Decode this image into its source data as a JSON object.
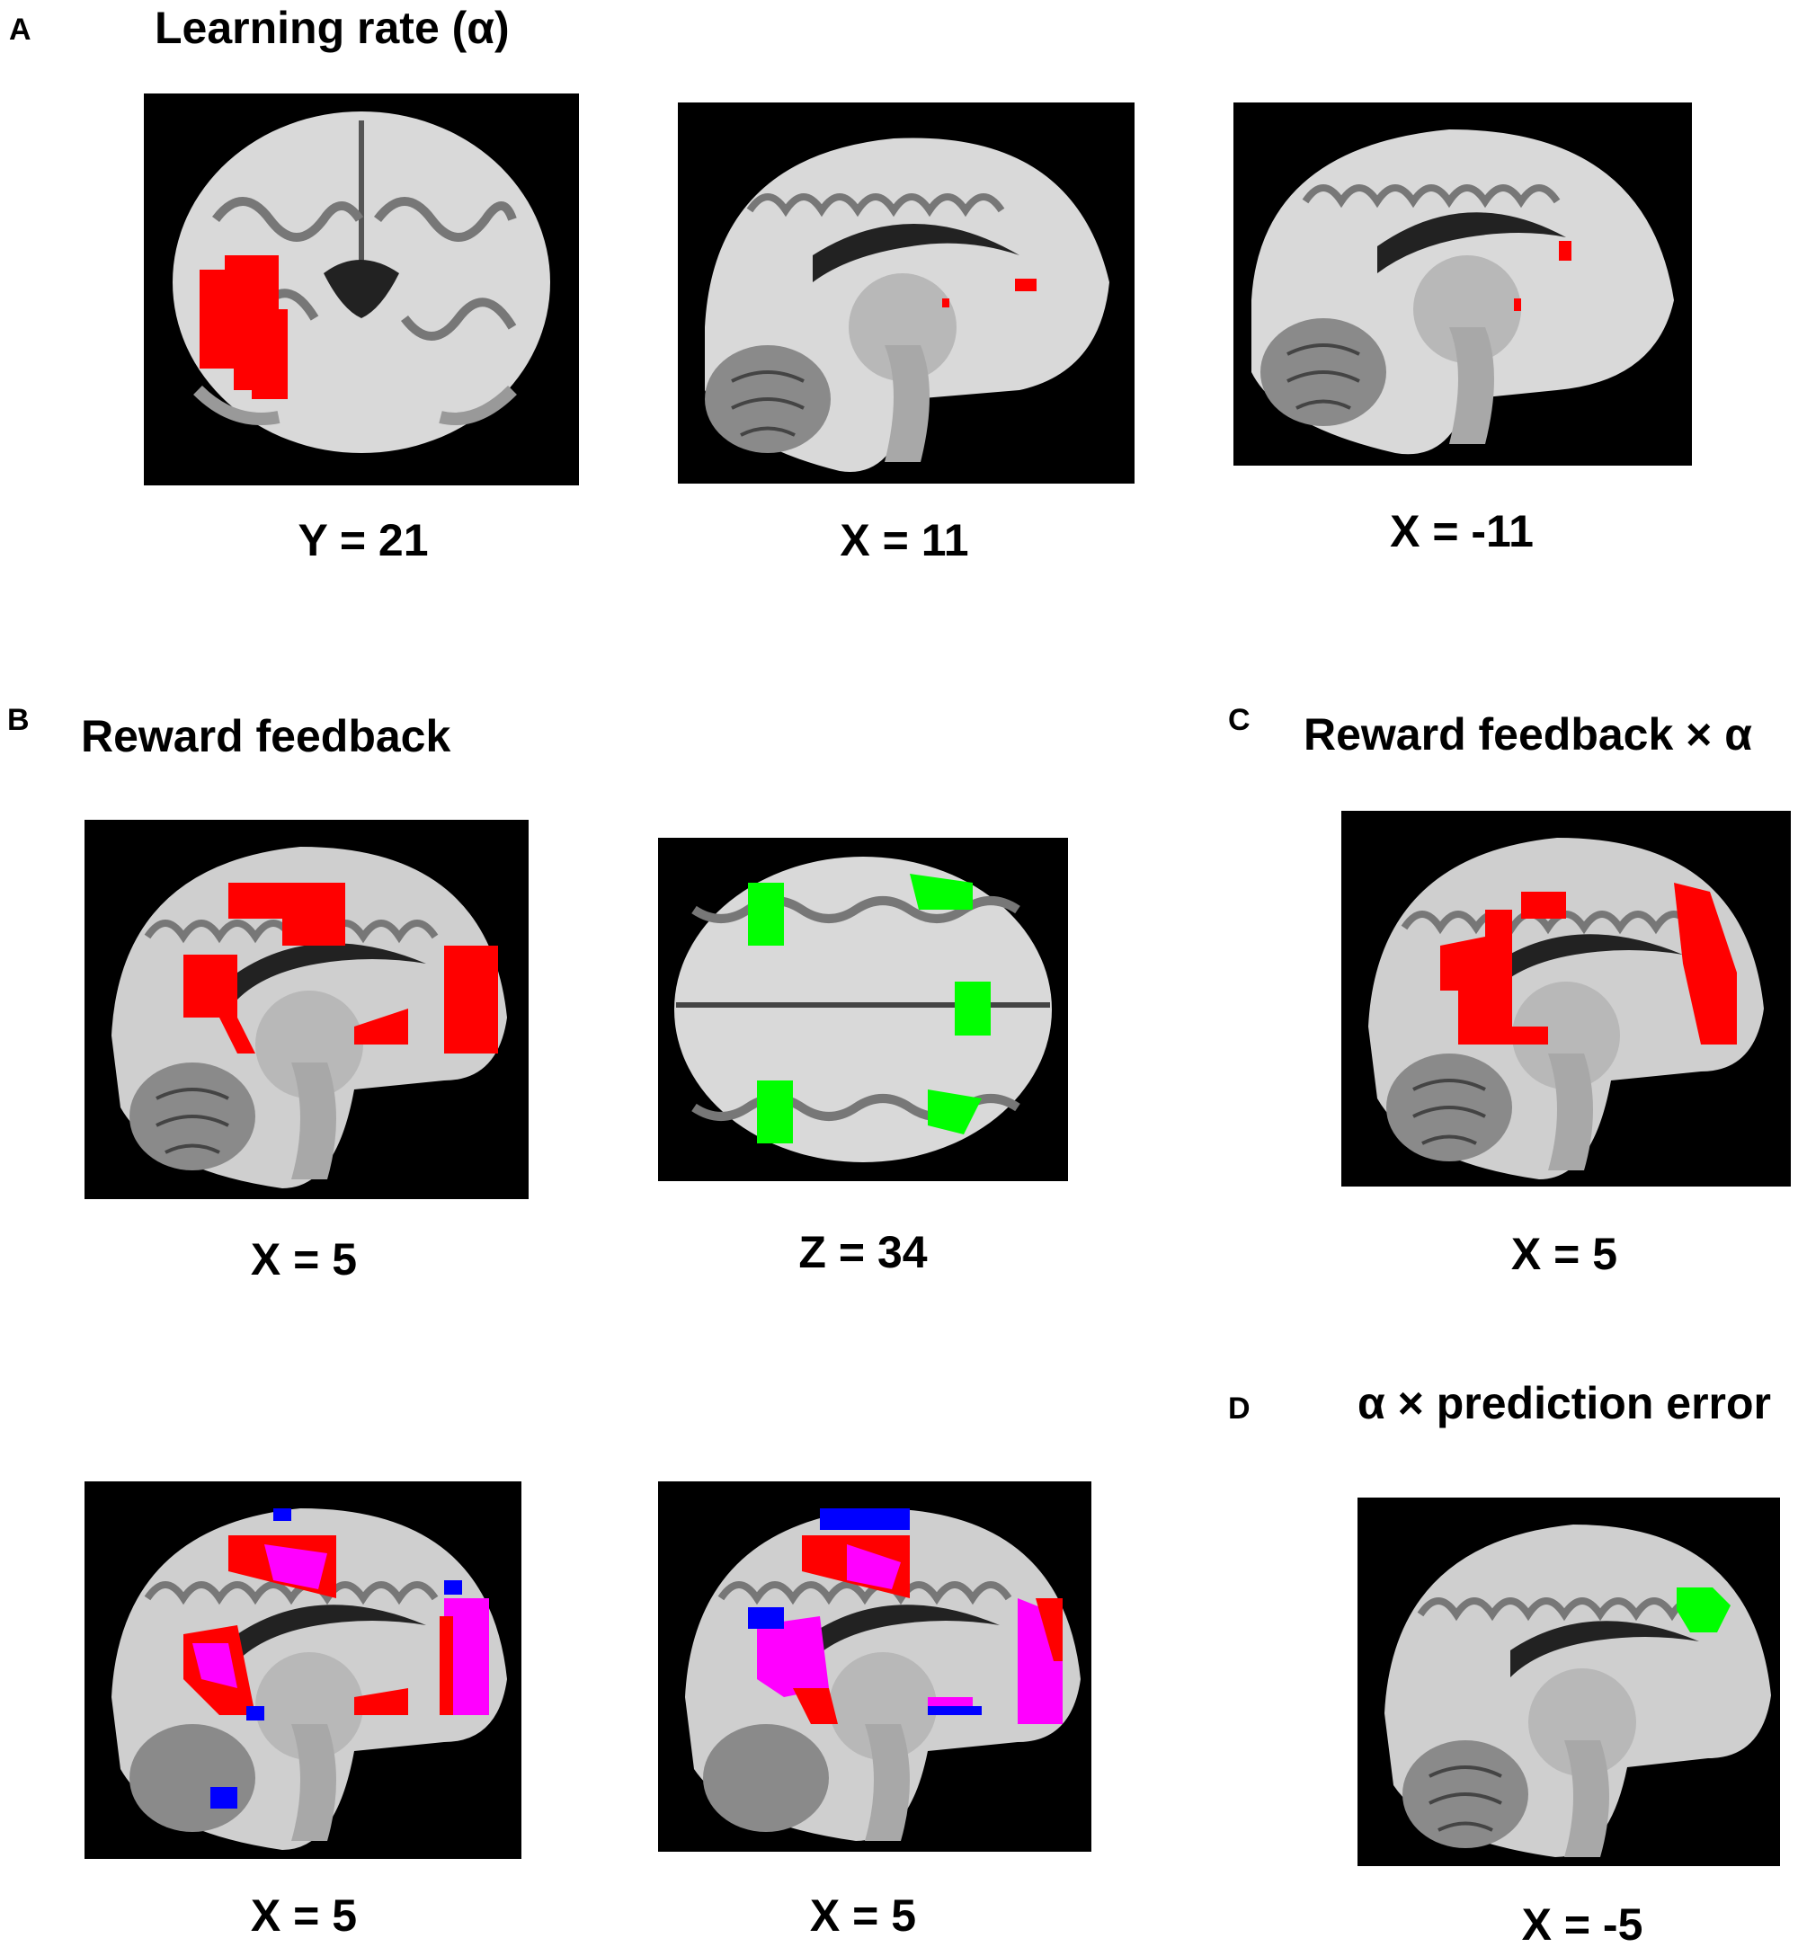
{
  "panels": {
    "a": {
      "letter": "A",
      "title": "Learning rate (α)"
    },
    "b": {
      "letter": "B",
      "title": "Reward feedback"
    },
    "c": {
      "letter": "C",
      "title": "Reward feedback × α"
    },
    "d": {
      "letter": "D",
      "title": "α × prediction error"
    }
  },
  "coords": {
    "a1": "Y = 21",
    "a2": "X = 11",
    "a3": "X = -11",
    "b1": "X = 5",
    "b2": "Z = 34",
    "c1": "X = 5",
    "b3": "X = 5",
    "b4": "X = 5",
    "d1": "X = -5"
  },
  "colors": {
    "background": "#000000",
    "brain_tissue": "#d9d9d9",
    "activation_red": "#ff0000",
    "activation_green": "#00ff00",
    "activation_blue": "#0000ff",
    "activation_magenta": "#ff00ff"
  }
}
